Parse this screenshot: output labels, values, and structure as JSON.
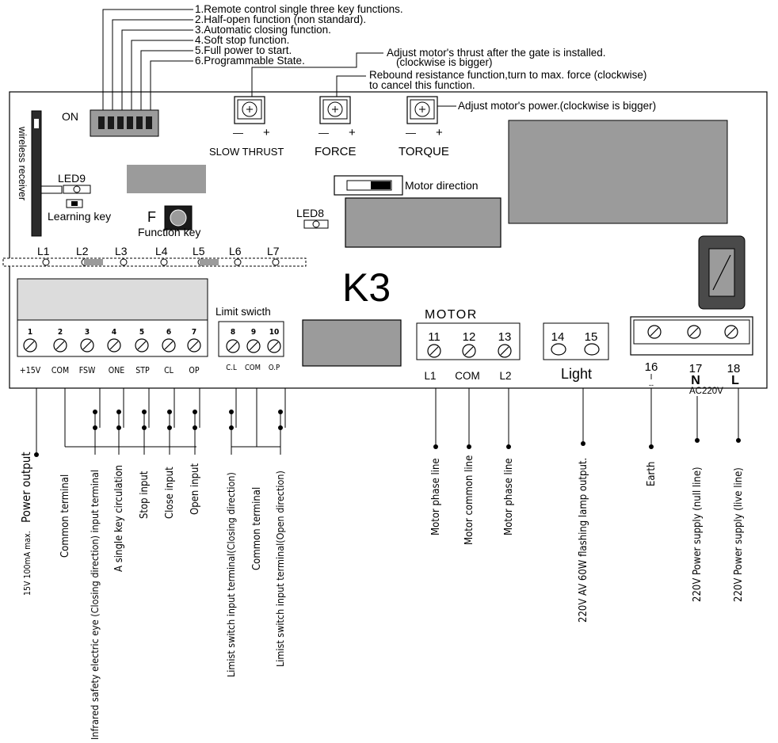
{
  "dip_notes": [
    "1.Remote control single three key functions.",
    "2.Half-open function (non standard).",
    "3.Automatic closing function.",
    "4.Soft stop function.",
    "5.Full power to start.",
    "6.Programmable State."
  ],
  "annotations": {
    "thrust_line1": "Adjust motor's thrust after the gate is installed.",
    "thrust_line2": "(clockwise is bigger)",
    "rebound_line1": "Rebound resistance function,turn to max. force (clockwise)",
    "rebound_line2": "to cancel this function.",
    "power": "Adjust motor's power.(clockwise is bigger)"
  },
  "board": {
    "dip_on": "ON",
    "wireless": "wireless receiver",
    "led9": "LED9",
    "led8": "LED8",
    "learning_key": "Learning key",
    "function_f": "F",
    "function_key": "Function key",
    "motor_direction": "Motor direction",
    "model": "K3",
    "limit_switch": "Limit swicth",
    "motor_title": "MOTOR",
    "light": "Light"
  },
  "pots": [
    {
      "label": "SLOW THRUST",
      "minus": "—",
      "plus": "+"
    },
    {
      "label": "FORCE",
      "minus": "—",
      "plus": "+"
    },
    {
      "label": "TORQUE",
      "minus": "—",
      "plus": "+"
    }
  ],
  "leds": [
    "L1",
    "L2",
    "L3",
    "L4",
    "L5",
    "L6",
    "L7"
  ],
  "terminals_main": [
    {
      "num": "1",
      "label": "+15V"
    },
    {
      "num": "2",
      "label": "COM"
    },
    {
      "num": "3",
      "label": "FSW"
    },
    {
      "num": "4",
      "label": "ONE"
    },
    {
      "num": "5",
      "label": "STP"
    },
    {
      "num": "6",
      "label": "CL"
    },
    {
      "num": "7",
      "label": "OP"
    }
  ],
  "terminals_limit": [
    {
      "num": "8",
      "label": "C.L"
    },
    {
      "num": "9",
      "label": "COM"
    },
    {
      "num": "10",
      "label": "O.P"
    }
  ],
  "terminals_motor": [
    {
      "num": "11",
      "label": "L1"
    },
    {
      "num": "12",
      "label": "COM"
    },
    {
      "num": "13",
      "label": "L2"
    }
  ],
  "terminals_light": [
    {
      "num": "14"
    },
    {
      "num": "15"
    }
  ],
  "terminals_power": [
    {
      "num": "16",
      "label": "I",
      "sub": "--"
    },
    {
      "num": "17",
      "label": "N"
    },
    {
      "num": "18",
      "label": "L"
    }
  ],
  "ac_label": "AC220V",
  "wire_labels": [
    {
      "text": "15V  100mA max.",
      "big": "Power output"
    },
    {
      "text": "Common terminal"
    },
    {
      "text": "Infrared safety electric eye (Closing direction) input terminal"
    },
    {
      "text": "A single key circulation"
    },
    {
      "text": "Stop  input"
    },
    {
      "text": "Close input"
    },
    {
      "text": "Open input"
    },
    {
      "text": "Limist switch input terminal(Closing direction)"
    },
    {
      "text": "Common terminal"
    },
    {
      "text": "Limist switch input terminal(Open direction)"
    },
    {
      "text": "Motor phase line"
    },
    {
      "text": "Motor common line"
    },
    {
      "text": "Motor phase line"
    },
    {
      "text": "220V AV 60W flashing lamp output."
    },
    {
      "text": "Earth"
    },
    {
      "text": "220V Power supply  (null line)"
    },
    {
      "text": "220V Power supply   (live line)"
    }
  ]
}
